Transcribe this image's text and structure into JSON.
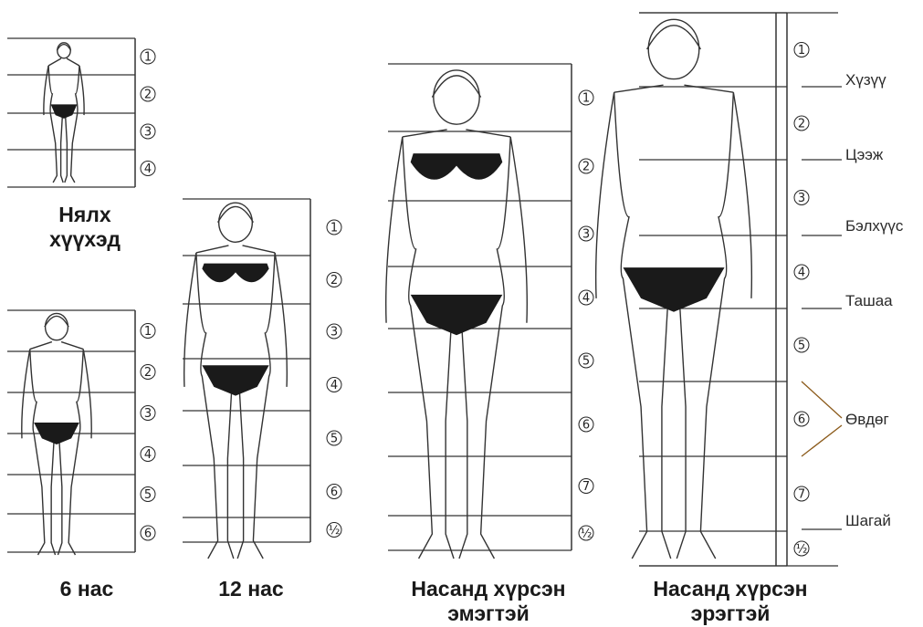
{
  "panels": [
    {
      "caption_lines": [
        "Нялх",
        "хүүхэд"
      ],
      "marks": [
        "1",
        "2",
        "3",
        "4"
      ]
    },
    {
      "caption_lines": [
        "6 нас"
      ],
      "marks": [
        "1",
        "2",
        "3",
        "4",
        "5",
        "6"
      ]
    },
    {
      "caption_lines": [
        "12 нас"
      ],
      "marks": [
        "1",
        "2",
        "3",
        "4",
        "5",
        "6",
        "½"
      ]
    },
    {
      "caption_lines": [
        "Насанд хүрсэн",
        "эмэгтэй"
      ],
      "marks": [
        "1",
        "2",
        "3",
        "4",
        "5",
        "6",
        "7",
        "½"
      ]
    },
    {
      "caption_lines": [
        "Насанд хүрсэн",
        "эрэгтэй"
      ],
      "marks": [
        "1",
        "2",
        "3",
        "4",
        "5",
        "6",
        "7",
        "½"
      ]
    }
  ],
  "body_parts": [
    "Хүзүү",
    "Цээж",
    "Бэлхүүс",
    "Ташаа",
    "Өвдөг",
    "Шагай"
  ],
  "colors": {
    "line": "#333333",
    "pointer": "#8b5a1a",
    "ink": "#222222"
  }
}
